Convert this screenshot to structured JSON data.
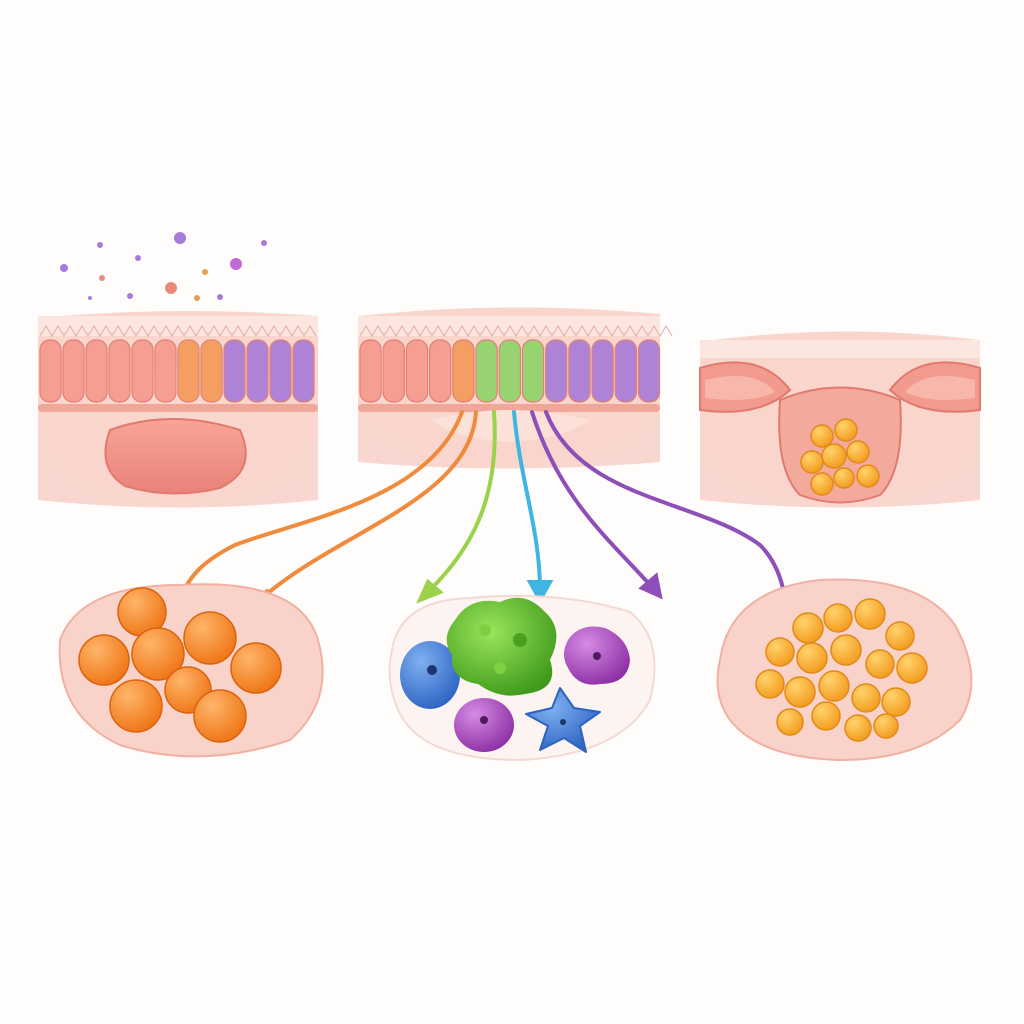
{
  "colors": {
    "background": "#fffdfc",
    "tissue": "#f7c6bd",
    "tissue_dark": "#e98a7c",
    "epithelial_pink": "#f59a8c",
    "epithelial_orange": "#f49a5a",
    "epithelial_green": "#8fd46a",
    "epithelial_purple": "#a77cd8",
    "arrow_orange": "#f08a3c",
    "arrow_green": "#9bd24a",
    "arrow_blue": "#3fb6e0",
    "arrow_purple": "#8e4fb8",
    "cell_orange": "#f7862a",
    "cell_gold": "#f4a72c",
    "cell_green": "#5fbf2a",
    "cell_blue": "#3c7ad6",
    "cell_purple": "#a54dbb"
  },
  "panels": {
    "top": [
      "epithelium-with-particles",
      "mixed-epithelium-with-pathways",
      "folded-mucosa-with-cluster"
    ],
    "bottom": [
      "uniform-orange-cell-cluster",
      "mixed-immune-cell-types",
      "dense-gold-cell-aggregate"
    ]
  },
  "pathways": [
    "orange",
    "green",
    "blue",
    "purple"
  ],
  "icons": [
    "particle-dot",
    "nucleus-dot",
    "arrow-head"
  ]
}
